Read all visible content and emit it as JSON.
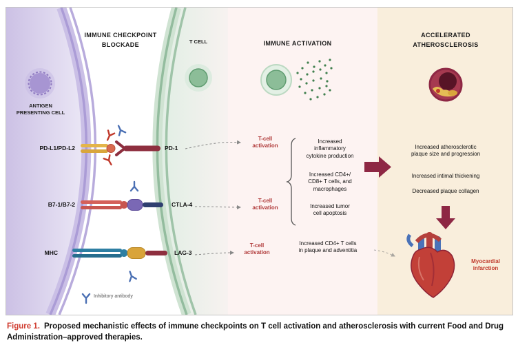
{
  "colors": {
    "accent_red": "#8e2744",
    "activation_red": "#b03a3a",
    "outcome_red": "#c0392b",
    "caption_red": "#cf3a2e",
    "left_panel": "#d5cbe9",
    "middle_panel": "#fdf3f2",
    "right_panel": "#f9eedc"
  },
  "panels": {
    "left": {
      "title": "IMMUNE CHECKPOINT\nBLOCKADE"
    },
    "middle": {
      "title": "IMMUNE ACTIVATION"
    },
    "right": {
      "title": "ACCELERATED\nATHEROSCLEROSIS"
    }
  },
  "cells": {
    "apc_label": "ANTIGEN\nPRESENTING CELL",
    "tcell_label": "T CELL"
  },
  "receptors": [
    {
      "left_label": "PD-L1/PD-L2",
      "right_label": "PD-1"
    },
    {
      "left_label": "B7-1/B7-2",
      "right_label": "CTLA-4"
    },
    {
      "left_label": "MHC",
      "right_label": "LAG-3"
    }
  ],
  "legend": {
    "label": "Inhibitory antibody"
  },
  "activation": {
    "label": "T-cell\nactivation"
  },
  "middle": {
    "effects": [
      "Increased\ninflammatory\ncytokine production",
      "Increased CD4+/\nCD8+ T cells, and\nmacrophages",
      "Increased tumor\ncell apoptosis"
    ],
    "plaque_text": "Increased CD4+ T cells\nin plaque and adventitia"
  },
  "right": {
    "effects": [
      "Increased atherosclerotic\nplaque size and progression",
      "Increased intimal thickening",
      "Decreased plaque collagen"
    ],
    "outcome": "Myocardial\ninfarction"
  },
  "caption": {
    "label": "Figure 1.",
    "text": "Proposed mechanistic effects of immune checkpoints on T cell activation and atherosclerosis with current Food and Drug Administration–approved therapies."
  }
}
